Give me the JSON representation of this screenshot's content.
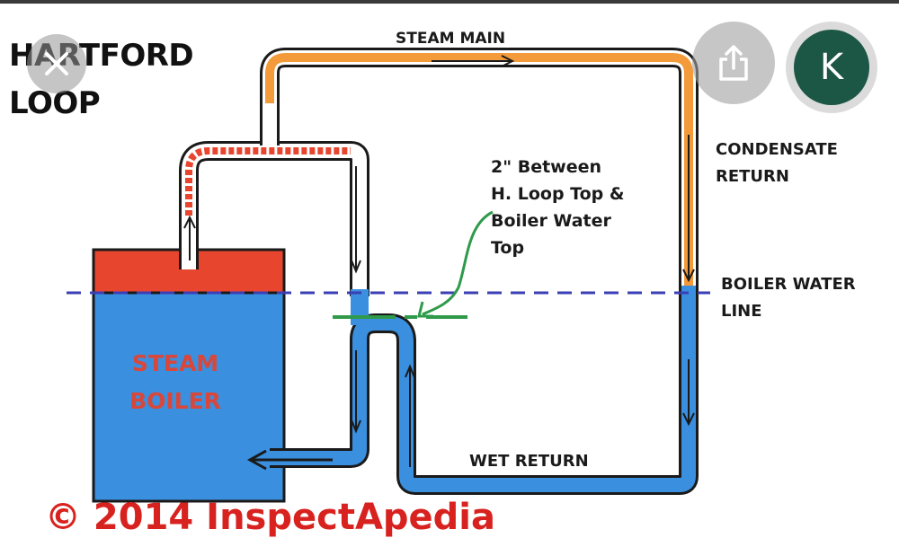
{
  "title": {
    "line1": "HARTFORD",
    "line2": "LOOP"
  },
  "labels": {
    "steam_main": "STEAM MAIN",
    "condensate_return": [
      "CONDENSATE",
      "RETURN"
    ],
    "boiler_water_line": [
      "BOILER WATER",
      "LINE"
    ],
    "wet_return": "WET RETURN",
    "note": [
      "2\" Between",
      "H. Loop Top &",
      "Boiler Water",
      "Top"
    ],
    "boiler": [
      "STEAM",
      "BOILER"
    ]
  },
  "watermark": "© 2014 InspectApedia",
  "overlay": {
    "close_icon": "close-icon",
    "share_icon": "share-icon",
    "avatar_letter": "K"
  },
  "colors": {
    "steam": "#e8452f",
    "water": "#3a8fdf",
    "condensate": "#f39a3a",
    "water_line": "#3b3fb5",
    "note": "#2e9a4a"
  }
}
